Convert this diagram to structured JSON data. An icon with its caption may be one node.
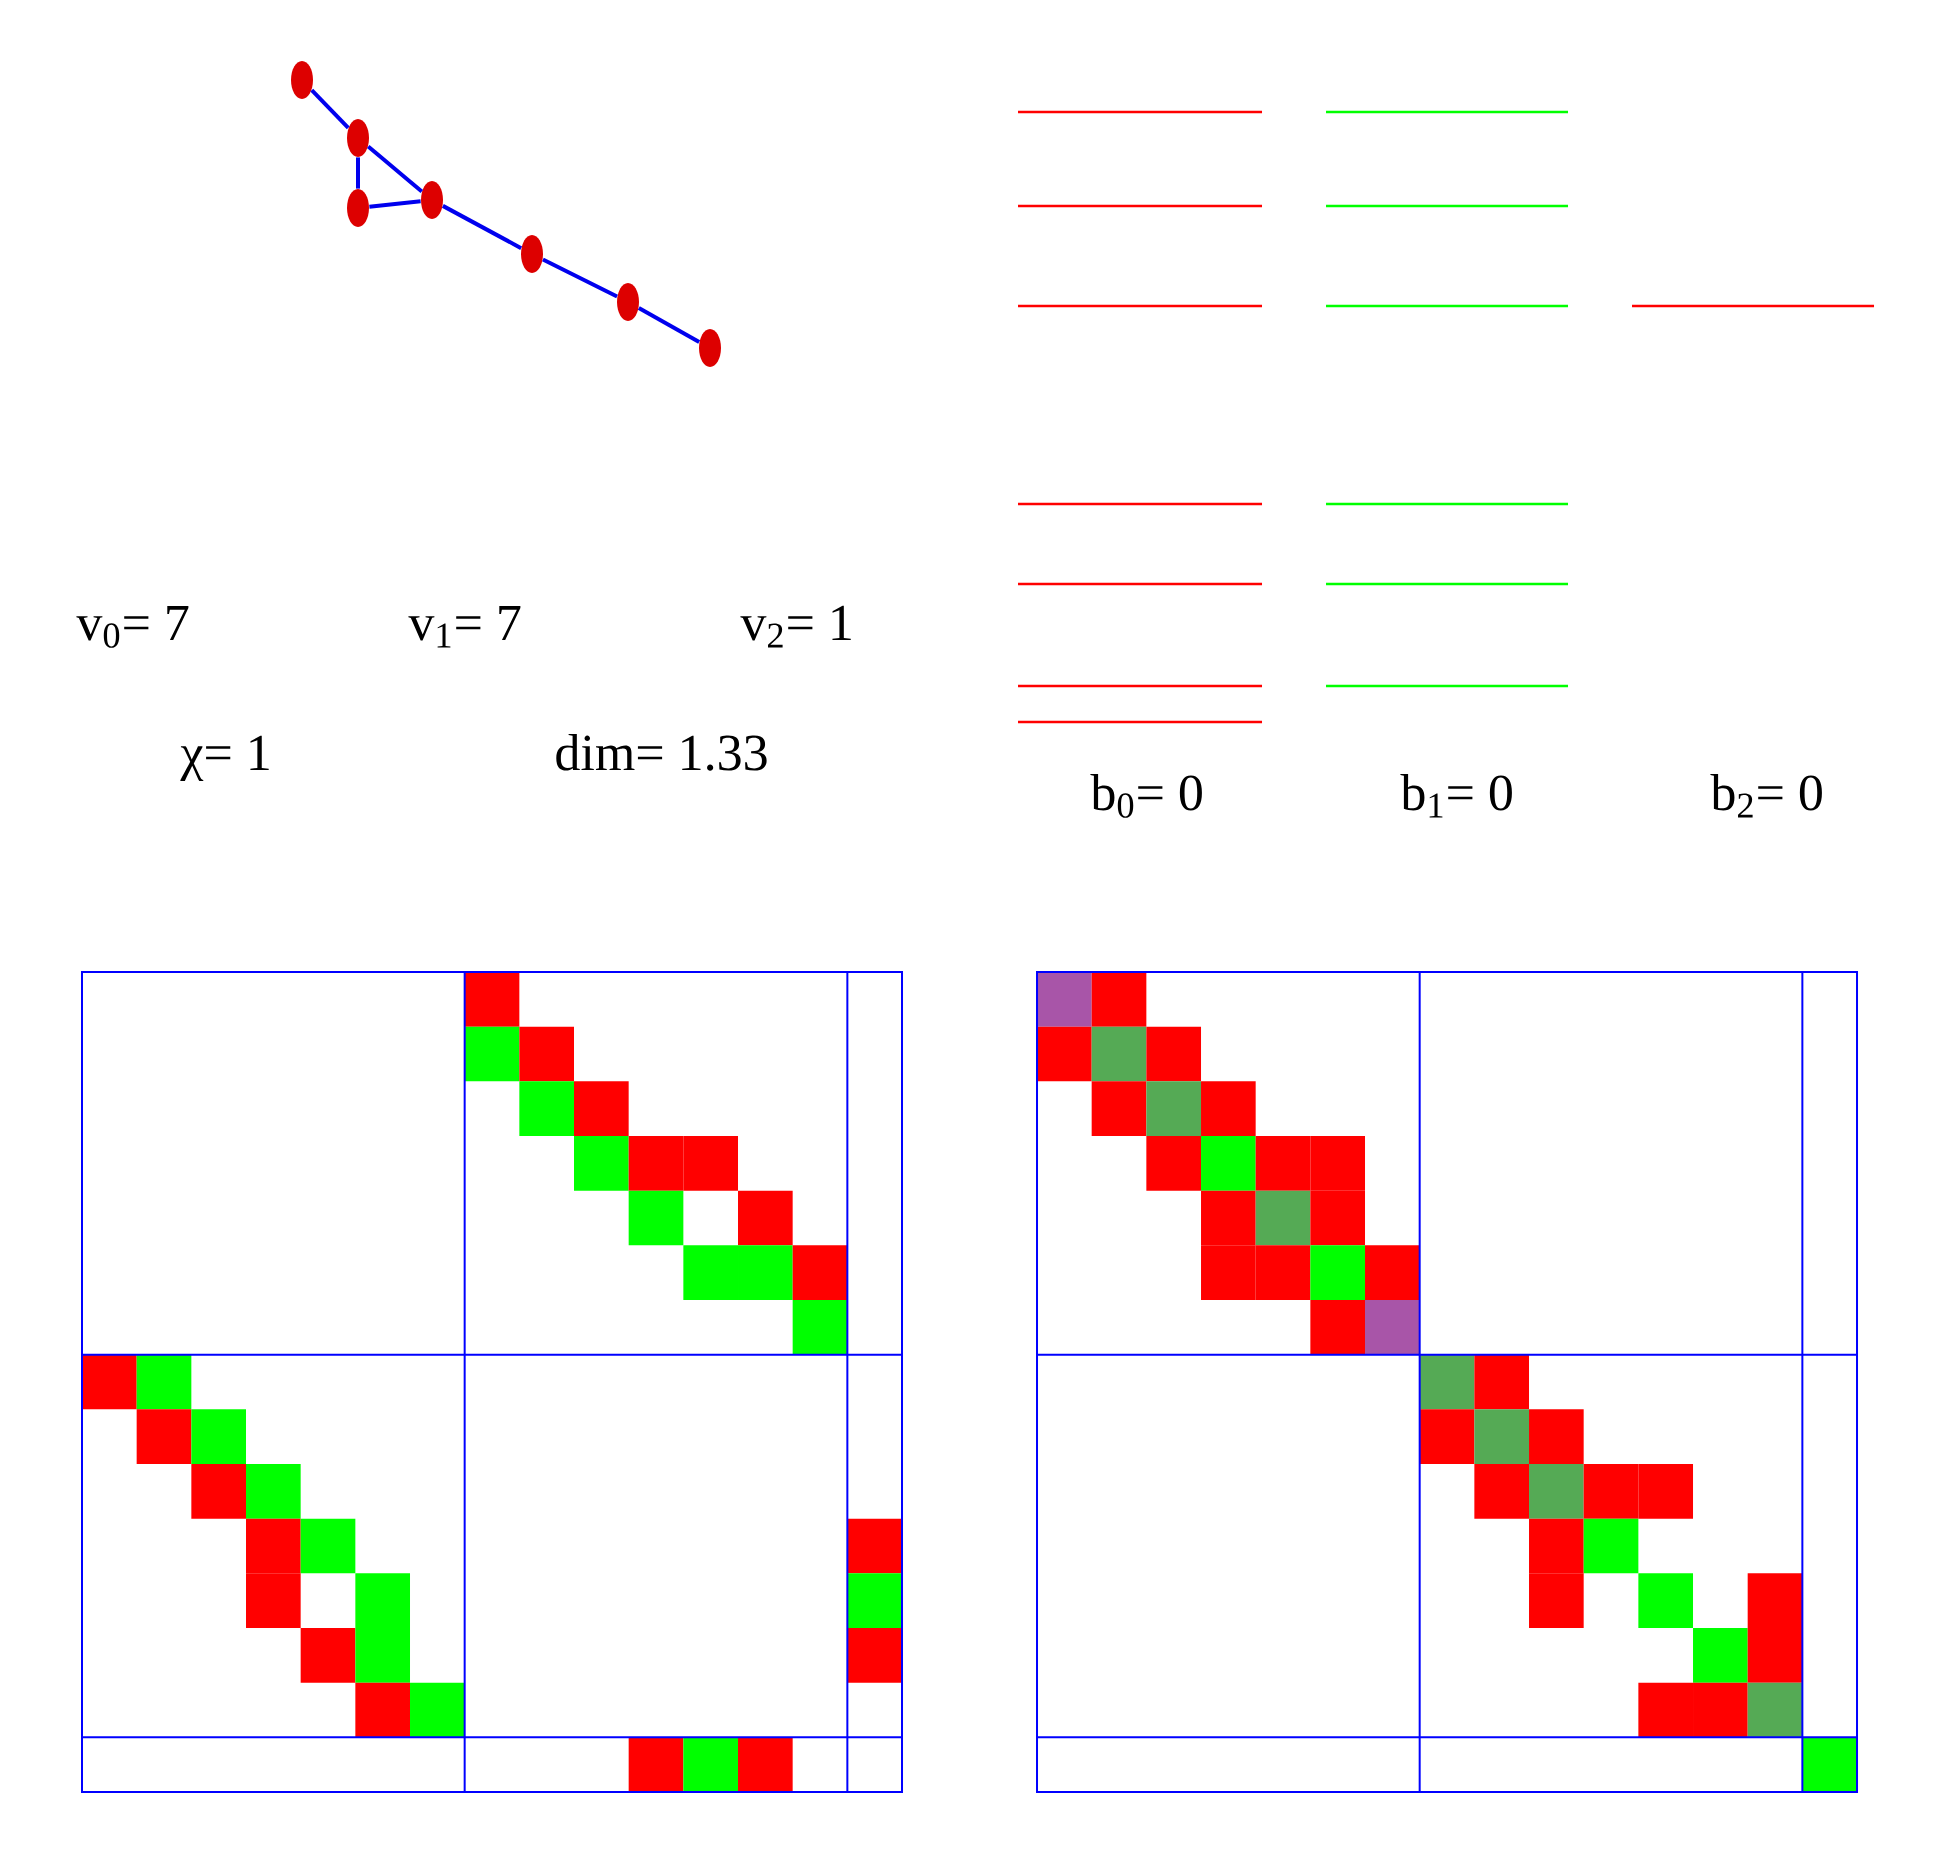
{
  "diagram": {
    "nodes": [
      {
        "text": [],
        "shape": "circle"
      },
      {
        "text": [],
        "shape": "circle"
      },
      {
        "text": [],
        "shape": "circle"
      },
      {
        "text": [],
        "shape": "circle"
      },
      {
        "text": [],
        "shape": "circle"
      },
      {
        "text": [],
        "shape": "circle"
      },
      {
        "text": [],
        "shape": "circle"
      }
    ],
    "edges": [
      {
        "from": 0,
        "to": 1,
        "arrow": "none"
      },
      {
        "from": 1,
        "to": 2,
        "arrow": "none"
      },
      {
        "from": 1,
        "to": 3,
        "arrow": "none"
      },
      {
        "from": 2,
        "to": 3,
        "arrow": "none"
      },
      {
        "from": 3,
        "to": 4,
        "arrow": "none"
      },
      {
        "from": 4,
        "to": 5,
        "arrow": "none"
      },
      {
        "from": 5,
        "to": 6,
        "arrow": "none"
      }
    ],
    "labels": [
      "v$_{0}$= 7",
      "v$_{1}$= 7",
      "v$_{2}$= 1",
      "χ= 1",
      "dim= 1.33",
      "b$_{0}$= 0",
      "b$_{1}$= 0",
      "b$_{2}$= 0"
    ]
  }
}
